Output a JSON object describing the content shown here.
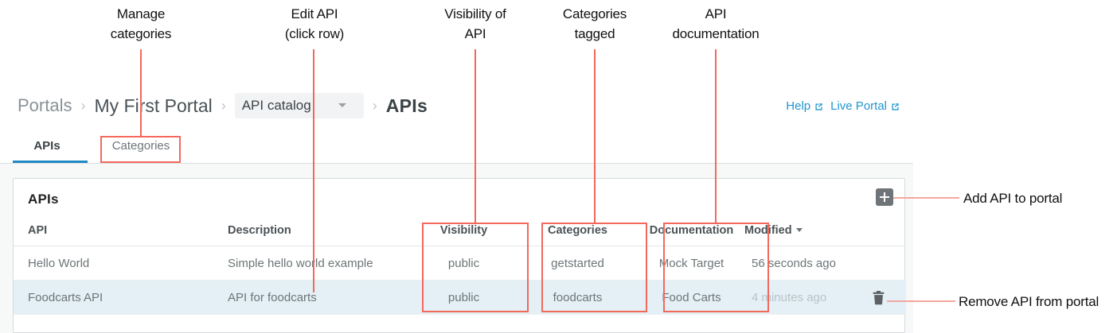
{
  "annotations": [
    {
      "id": "manage-categories",
      "text": "Manage\ncategories"
    },
    {
      "id": "edit-api",
      "text": "Edit API\n(click row)"
    },
    {
      "id": "visibility-of-api",
      "text": "Visibility of\nAPI"
    },
    {
      "id": "categories-tagged",
      "text": "Categories\ntagged"
    },
    {
      "id": "api-documentation",
      "text": "API\ndocumentation"
    },
    {
      "id": "add-api-to-portal",
      "text": "Add API to portal"
    },
    {
      "id": "remove-api-from-portal",
      "text": "Remove API from portal"
    }
  ],
  "breadcrumb": {
    "portals": "Portals",
    "portal_name": "My First Portal",
    "catalog_select": "API catalog",
    "current": "APIs",
    "separator": "›"
  },
  "top_links": {
    "help": "Help",
    "live_portal": "Live Portal",
    "color": "#2196d1"
  },
  "tabs": [
    {
      "label": "APIs",
      "active": true
    },
    {
      "label": "Categories",
      "active": false
    }
  ],
  "card": {
    "title": "APIs",
    "add_button_icon": "plus-icon",
    "columns": [
      "API",
      "Description",
      "Visibility",
      "Categories",
      "Documentation",
      "Modified"
    ],
    "sorted_column": "Modified",
    "rows": [
      {
        "api": "Hello World",
        "description": "Simple hello world example",
        "visibility": "public",
        "categories": "getstarted",
        "documentation": "Mock Target",
        "modified": "56 seconds ago",
        "selected": false
      },
      {
        "api": "Foodcarts API",
        "description": "API for foodcarts",
        "visibility": "public",
        "categories": "foodcarts",
        "documentation": "Food Carts",
        "modified": "4 minutes ago",
        "selected": true
      }
    ]
  },
  "colors": {
    "annotation": "#f4685c",
    "annotation_line": "#f4a79f",
    "selected_row": "#e4f0f6",
    "tab_active_underline": "#1e88c4",
    "page_background": "#f7f8f8"
  }
}
